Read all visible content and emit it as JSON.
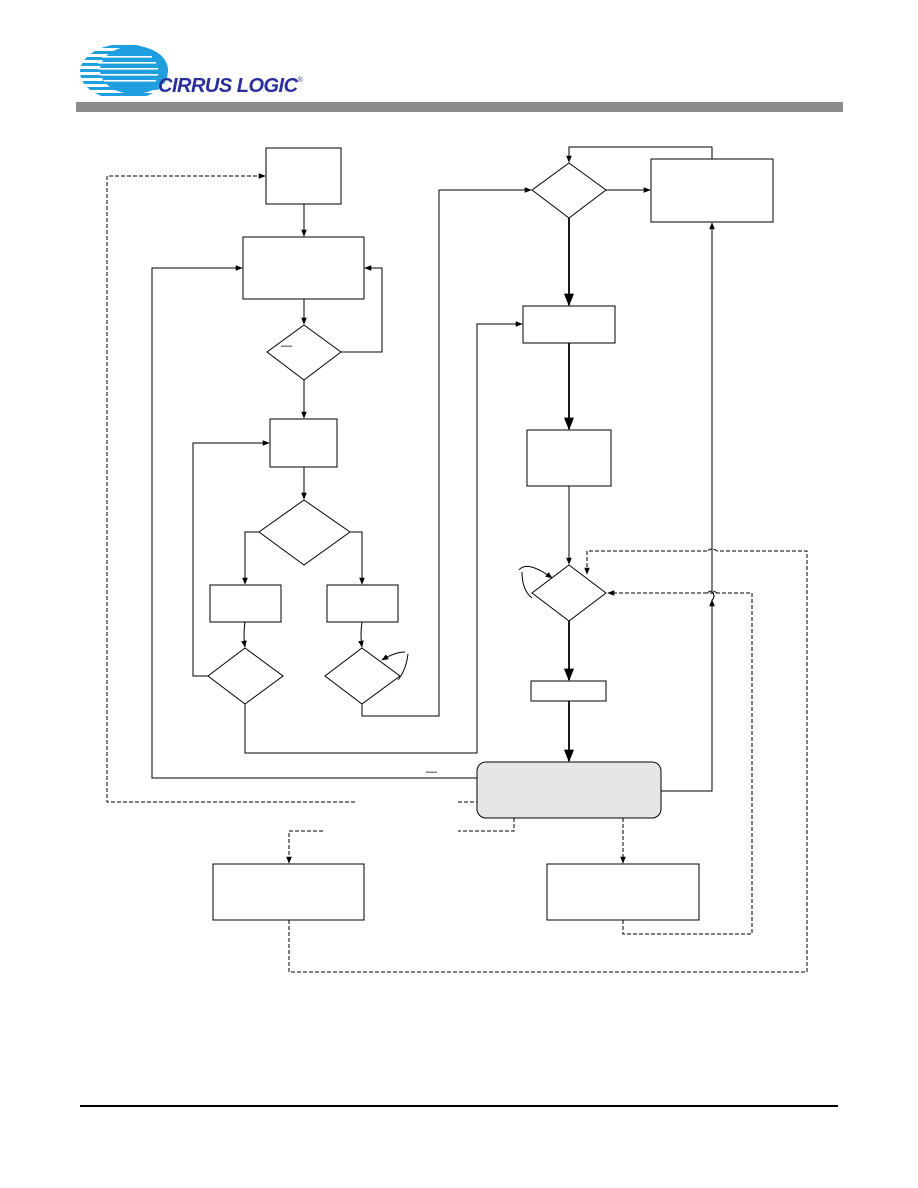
{
  "header": {
    "brand_name": "CIRRUS LOGIC",
    "brand_mark": "®",
    "logo_icon": "cirrus-logic-globe-icon",
    "rule_color": "#8c8c8c",
    "brand_color": "#2a2f9a",
    "logo_color": "#1f9ee0"
  },
  "diagram": {
    "nodes": [
      {
        "id": "box-top-left"
      },
      {
        "id": "box-process-1"
      },
      {
        "id": "decision-1",
        "label": "—"
      },
      {
        "id": "box-small-1"
      },
      {
        "id": "decision-2"
      },
      {
        "id": "box-left-branch"
      },
      {
        "id": "box-right-branch"
      },
      {
        "id": "decision-left"
      },
      {
        "id": "decision-right"
      },
      {
        "id": "decision-top-right"
      },
      {
        "id": "box-top-right"
      },
      {
        "id": "box-mid-right"
      },
      {
        "id": "box-tall-right"
      },
      {
        "id": "decision-lower-right"
      },
      {
        "id": "box-thin-right"
      },
      {
        "id": "state-central"
      },
      {
        "id": "box-bottom-left"
      },
      {
        "id": "box-bottom-right"
      }
    ],
    "annotations": [
      {
        "id": "overbar-label",
        "label": "—"
      }
    ],
    "central_fill": "#e6e6e6"
  }
}
